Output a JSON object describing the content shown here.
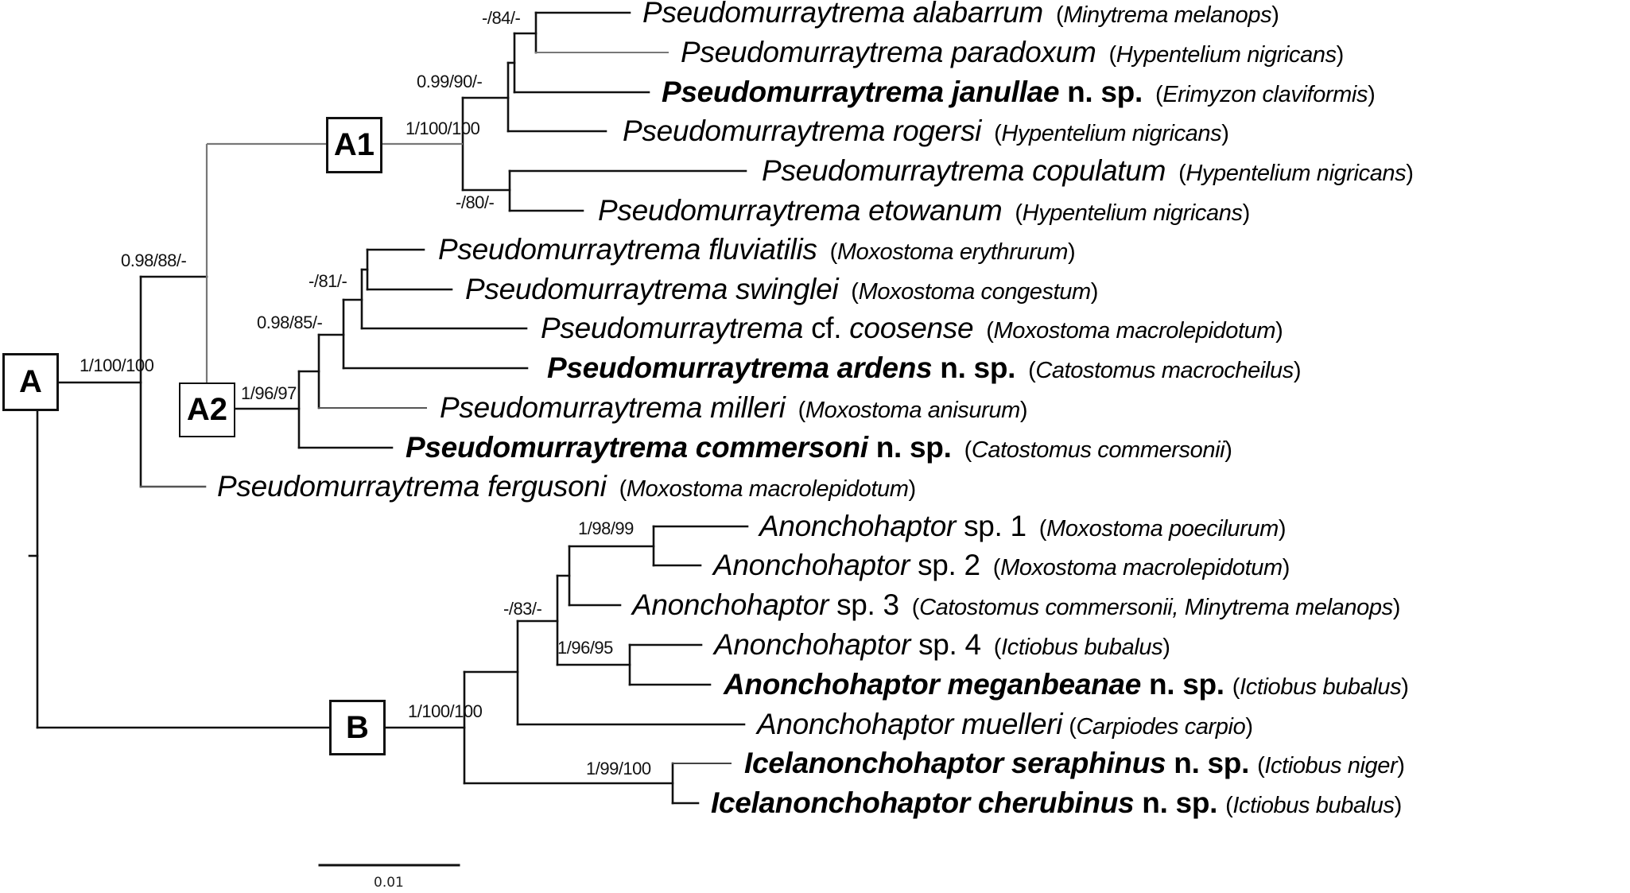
{
  "figure": {
    "type": "phylogenetic_tree",
    "clades": [
      {
        "label": "A"
      },
      {
        "label": "A1"
      },
      {
        "label": "A2"
      },
      {
        "label": "B"
      }
    ],
    "scale_bar": {
      "label": "0.01"
    }
  },
  "support_values": {
    "root_A": "1/100/100",
    "A_inner": "0.98/88/-",
    "A1": "1/100/100",
    "A1_inner": "0.99/90/-",
    "A1_alabarrum_paradoxum": "-/84/-",
    "A1_copulatum_etowanum": "-/80/-",
    "A2": "1/96/97",
    "A2_inner": "0.98/85/-",
    "A2_coosense_group": "-/81/-",
    "B": "1/100/100",
    "B_anon_group": "-/83/-",
    "B_sp1_sp2": "1/98/99",
    "B_sp4_meganbeanae": "1/96/95",
    "B_icelanonchohaptor": "1/99/100"
  },
  "leaves": [
    {
      "genus": "Pseudomurraytrema",
      "mid": "",
      "epithet": "alabarrum",
      "suffix": "",
      "host": "Minytrema melanops",
      "bold": false
    },
    {
      "genus": "Pseudomurraytrema",
      "mid": "",
      "epithet": "paradoxum",
      "suffix": "",
      "host": "Hypentelium nigricans",
      "bold": false
    },
    {
      "genus": "Pseudomurraytrema",
      "mid": "",
      "epithet": "janullae",
      "suffix": "n. sp.",
      "host": "Erimyzon claviformis",
      "bold": true
    },
    {
      "genus": "Pseudomurraytrema",
      "mid": "",
      "epithet": "rogersi",
      "suffix": "",
      "host": "Hypentelium nigricans",
      "bold": false
    },
    {
      "genus": "Pseudomurraytrema",
      "mid": "",
      "epithet": "copulatum",
      "suffix": "",
      "host": "Hypentelium nigricans",
      "bold": false
    },
    {
      "genus": "Pseudomurraytrema",
      "mid": "",
      "epithet": "etowanum",
      "suffix": "",
      "host": "Hypentelium nigricans",
      "bold": false
    },
    {
      "genus": "Pseudomurraytrema",
      "mid": "",
      "epithet": "fluviatilis",
      "suffix": "",
      "host": "Moxostoma erythrurum",
      "bold": false
    },
    {
      "genus": "Pseudomurraytrema",
      "mid": "",
      "epithet": "swinglei",
      "suffix": "",
      "host": "Moxostoma congestum",
      "bold": false
    },
    {
      "genus": "Pseudomurraytrema",
      "mid": "cf.",
      "epithet": "coosense",
      "suffix": "",
      "host": "Moxostoma macrolepidotum",
      "bold": false
    },
    {
      "genus": "Pseudomurraytrema",
      "mid": "",
      "epithet": "ardens",
      "suffix": "n. sp.",
      "host": "Catostomus macrocheilus",
      "bold": true
    },
    {
      "genus": "Pseudomurraytrema",
      "mid": "",
      "epithet": "milleri",
      "suffix": "",
      "host": "Moxostoma anisurum",
      "bold": false
    },
    {
      "genus": "Pseudomurraytrema",
      "mid": "",
      "epithet": "commersoni",
      "suffix": "n. sp.",
      "host": "Catostomus commersonii",
      "bold": true
    },
    {
      "genus": "Pseudomurraytrema",
      "mid": "",
      "epithet": "fergusoni",
      "suffix": "",
      "host": "Moxostoma macrolepidotum",
      "bold": false
    },
    {
      "genus": "Anonchohaptor",
      "mid": "",
      "epithet": "",
      "suffix": "sp. 1",
      "host": "Moxostoma poecilurum",
      "bold": false
    },
    {
      "genus": "Anonchohaptor",
      "mid": "",
      "epithet": "",
      "suffix": "sp. 2",
      "host": "Moxostoma macrolepidotum",
      "bold": false
    },
    {
      "genus": "Anonchohaptor",
      "mid": "",
      "epithet": "",
      "suffix": "sp. 3",
      "host": "Catostomus commersonii, Minytrema melanops",
      "bold": false
    },
    {
      "genus": "Anonchohaptor",
      "mid": "",
      "epithet": "",
      "suffix": "sp. 4",
      "host": "Ictiobus bubalus",
      "bold": false
    },
    {
      "genus": "Anonchohaptor",
      "mid": "",
      "epithet": "meganbeanae",
      "suffix": "n. sp.",
      "host": "Ictiobus bubalus",
      "bold": true
    },
    {
      "genus": "Anonchohaptor",
      "mid": "",
      "epithet": "muelleri",
      "suffix": "",
      "host": "Carpiodes carpio",
      "bold": false
    },
    {
      "genus": "Icelanonchohaptor",
      "mid": "",
      "epithet": "seraphinus",
      "suffix": "n. sp.",
      "host": "Ictiobus niger",
      "bold": true
    },
    {
      "genus": "Icelanonchohaptor",
      "mid": "",
      "epithet": "cherubinus",
      "suffix": "n. sp.",
      "host": "Ictiobus bubalus",
      "bold": true
    }
  ],
  "paren_open": "(",
  "paren_close": ")",
  "colors": {
    "branch": "#111111",
    "branch_grey": "#777777",
    "text": "#000000"
  }
}
